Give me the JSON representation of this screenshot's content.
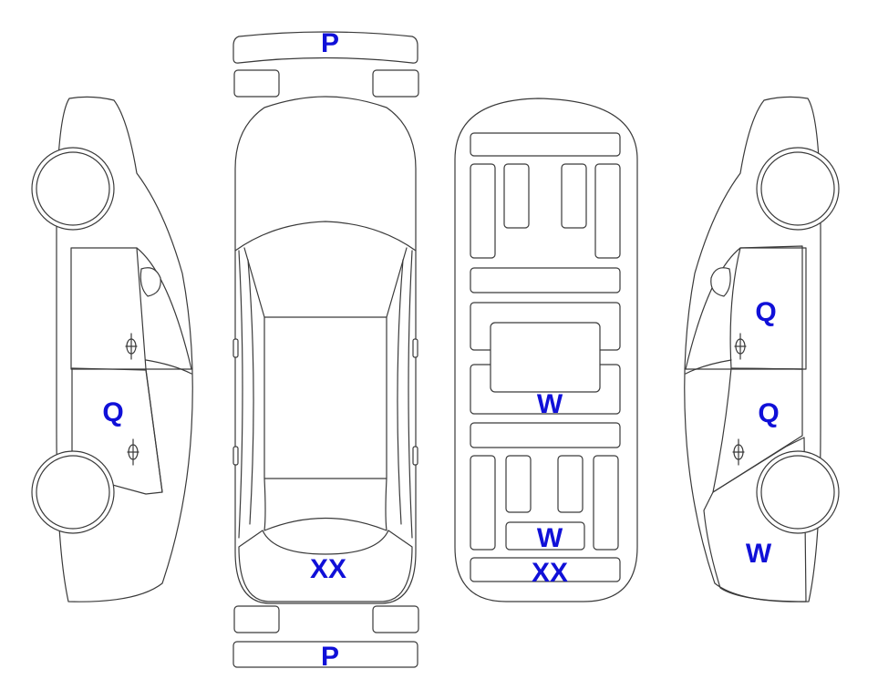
{
  "colors": {
    "P": "#f8a925",
    "Q": "#f8a925",
    "W": "#def3fb",
    "XX": "#def3fb",
    "label_text": "#1010d8",
    "outline": "#3a3a3a",
    "background": "#ffffff"
  },
  "labels": {
    "front_bumper": "P",
    "rear_bumper": "P",
    "left_rear_door": "Q",
    "right_front_door": "Q",
    "right_rear_door": "Q",
    "top_hood_front": "XX",
    "under_middle": "W",
    "under_rear": "W",
    "under_front": "XX",
    "right_front_fender": "W"
  }
}
